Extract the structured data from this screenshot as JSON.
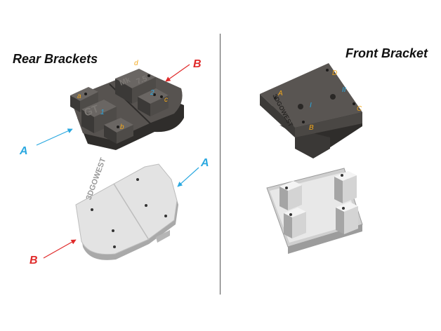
{
  "headings": {
    "rear": "Rear Brackets",
    "front": "Front Bracket"
  },
  "callouts": {
    "A": "A",
    "B": "B"
  },
  "rear_markings": {
    "a": "a",
    "b": "b",
    "c": "c",
    "d": "d",
    "num1": "1",
    "num2": "2",
    "gt": "GT",
    "mk": "Mk",
    "mk_version": "7.5",
    "logo": "3DGOWEST"
  },
  "front_markings": {
    "A": "A",
    "B": "B",
    "C": "C",
    "D": "D",
    "I": "I",
    "II": "II",
    "logo": "3DGOWEST"
  },
  "colors": {
    "blue": "#2aa8e0",
    "red": "#e02a2a",
    "orange": "#f2a71b",
    "dark_part": "#4a4744",
    "light_part": "#d8d8d8"
  }
}
